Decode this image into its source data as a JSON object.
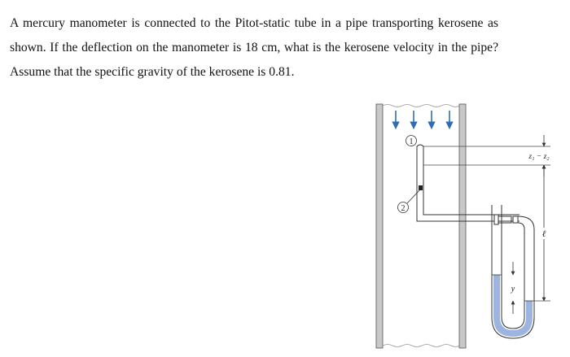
{
  "problem": {
    "text": "A mercury manometer is connected to the Pitot-static tube in a pipe transporting kerosene as shown. If the deflection on the manometer is 18 cm, what is the kerosene velocity in the pipe? Assume that the specific gravity of the kerosene is 0.81."
  },
  "figure": {
    "point1": "1",
    "point2": "2",
    "dz_label": "z₁ − z₂",
    "ell_label": "ℓ",
    "y_label": "y",
    "colors": {
      "arrow": "#2e6db4",
      "mercury": "#9db4e0",
      "wall": "#c8c8c8",
      "line": "#333333"
    }
  }
}
